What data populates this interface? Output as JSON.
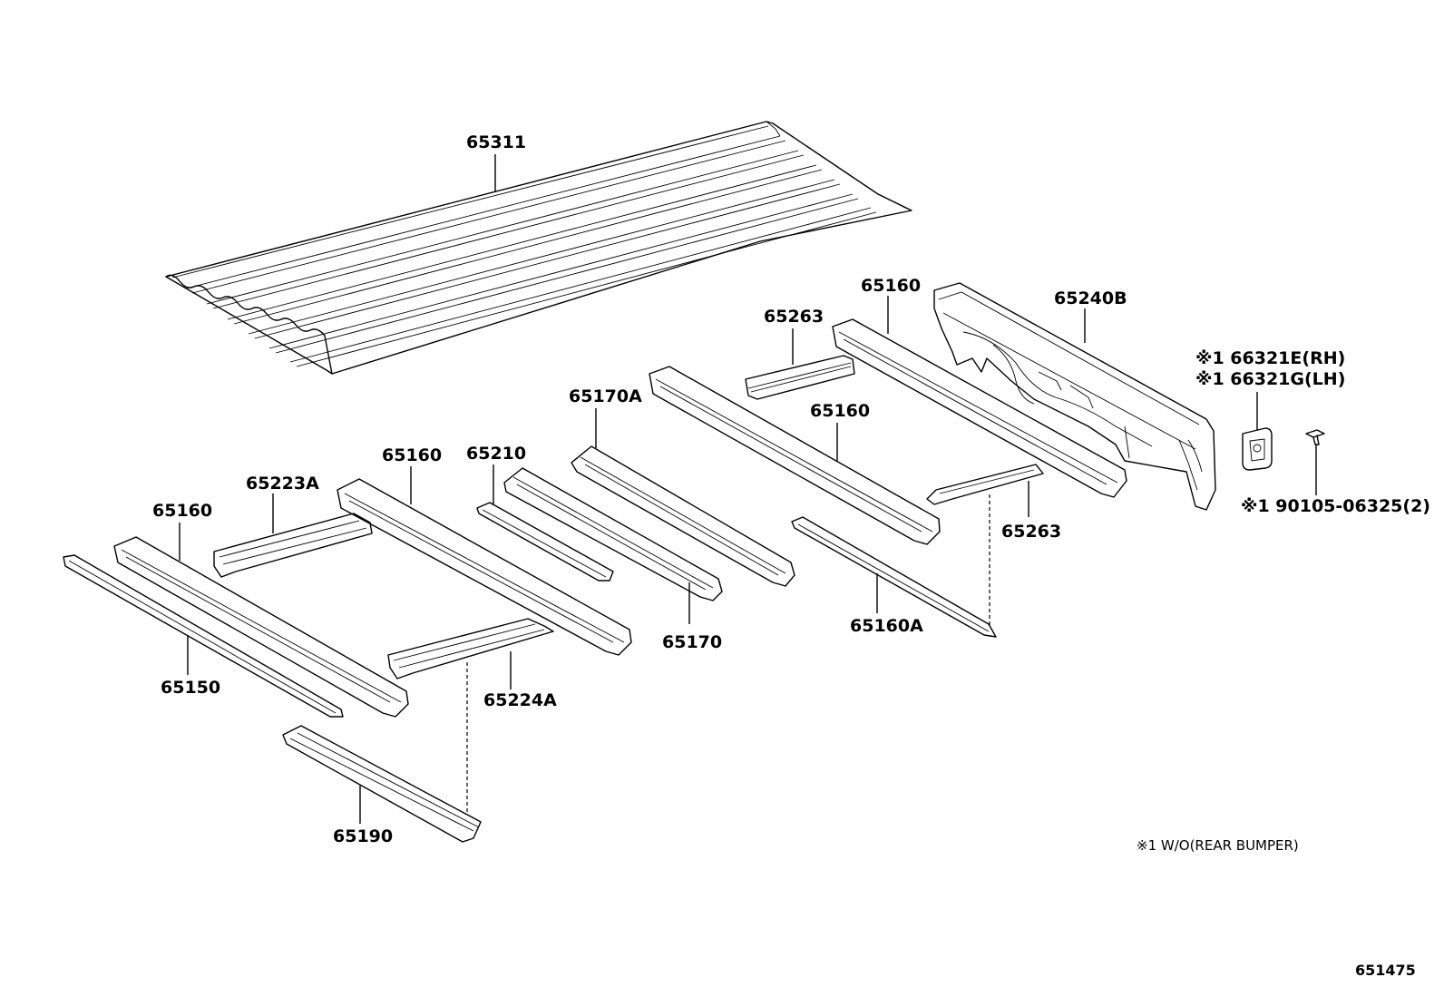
{
  "parts": [
    {
      "key": "bed_floor_panel",
      "label": "65311"
    },
    {
      "key": "cross_sill_rear",
      "label": "65240B"
    },
    {
      "key": "mudguard_rh",
      "label": "※1 66321E(RH)"
    },
    {
      "key": "mudguard_lh",
      "label": "※1 66321G(LH)"
    },
    {
      "key": "screw",
      "label": "※1 90105-06325(2)"
    },
    {
      "key": "reinforcement_upper",
      "label": "65263"
    },
    {
      "key": "reinforcement_lower",
      "label": "65263"
    },
    {
      "key": "sill_rear_a",
      "label": "65160"
    },
    {
      "key": "sill_rear_b",
      "label": "65160"
    },
    {
      "key": "sill_mid",
      "label": "65160"
    },
    {
      "key": "sill_front",
      "label": "65160"
    },
    {
      "key": "sill_a",
      "label": "65160A"
    },
    {
      "key": "member_170a",
      "label": "65170A"
    },
    {
      "key": "member_170",
      "label": "65170"
    },
    {
      "key": "member_210",
      "label": "65210"
    },
    {
      "key": "bracket_223a",
      "label": "65223A"
    },
    {
      "key": "bracket_224a",
      "label": "65224A"
    },
    {
      "key": "sill_side",
      "label": "65150"
    },
    {
      "key": "member_190",
      "label": "65190"
    }
  ],
  "notes": {
    "footnote": "※1 W/O(REAR BUMPER)",
    "figure_number": "651475"
  }
}
